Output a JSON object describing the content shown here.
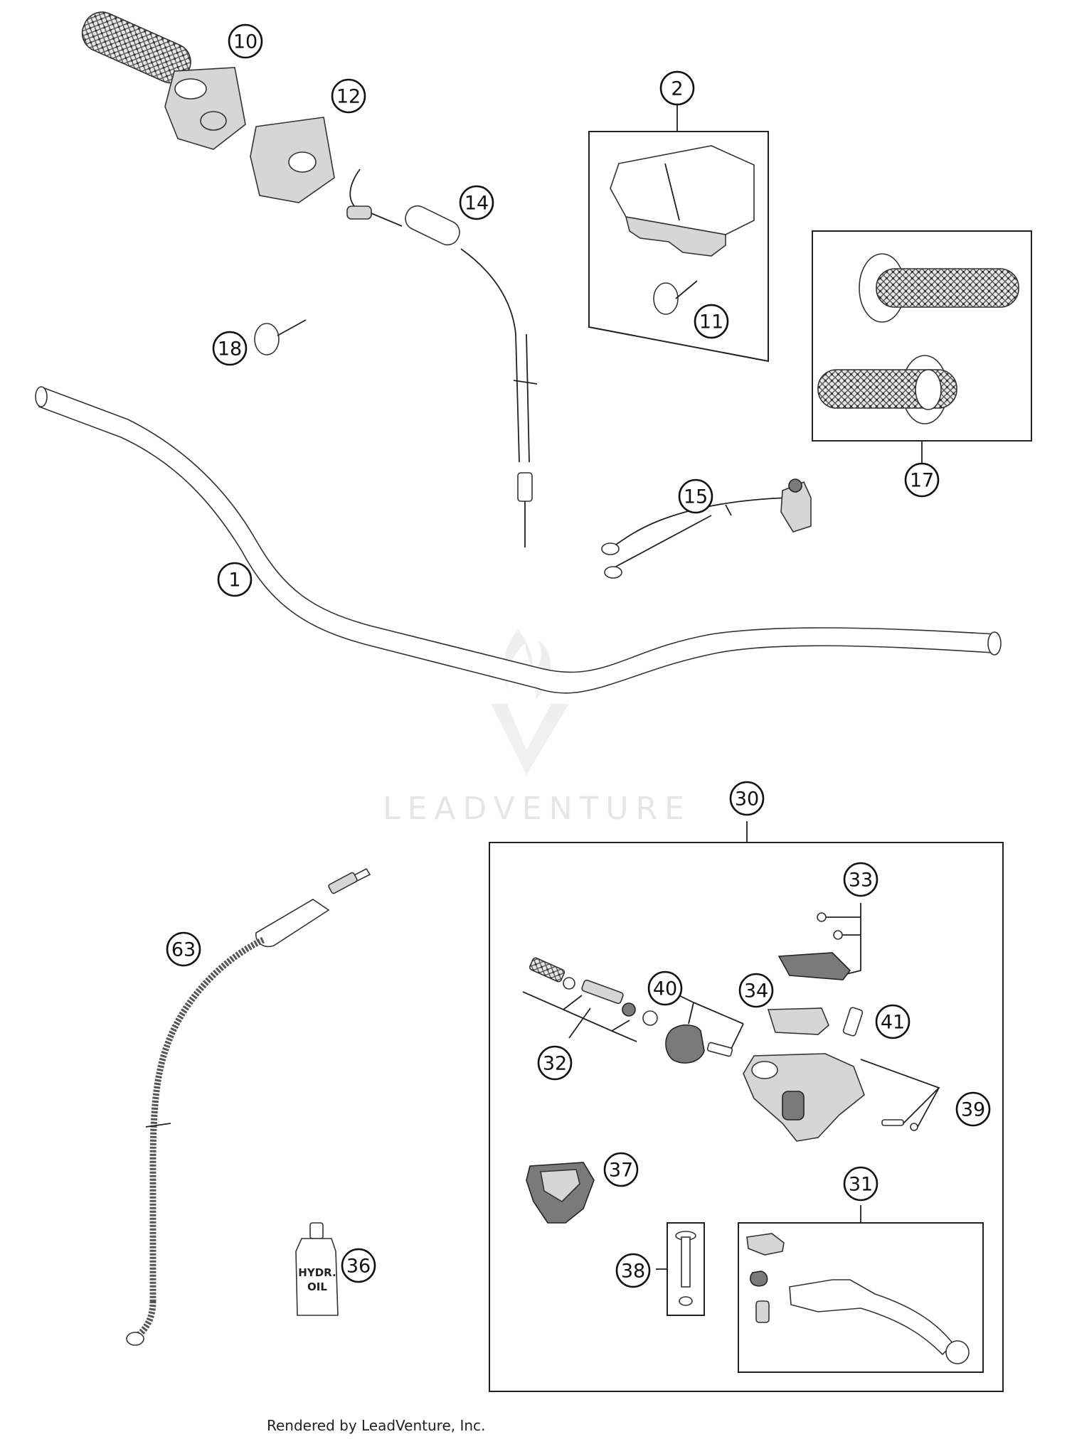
{
  "callouts": [
    {
      "id": "c1",
      "label": "1"
    },
    {
      "id": "c2",
      "label": "2"
    },
    {
      "id": "c10",
      "label": "10"
    },
    {
      "id": "c11",
      "label": "11"
    },
    {
      "id": "c12",
      "label": "12"
    },
    {
      "id": "c14",
      "label": "14"
    },
    {
      "id": "c15",
      "label": "15"
    },
    {
      "id": "c17",
      "label": "17"
    },
    {
      "id": "c18",
      "label": "18"
    },
    {
      "id": "c30",
      "label": "30"
    },
    {
      "id": "c31",
      "label": "31"
    },
    {
      "id": "c32",
      "label": "32"
    },
    {
      "id": "c33",
      "label": "33"
    },
    {
      "id": "c34",
      "label": "34"
    },
    {
      "id": "c36",
      "label": "36"
    },
    {
      "id": "c37",
      "label": "37"
    },
    {
      "id": "c38",
      "label": "38"
    },
    {
      "id": "c39",
      "label": "39"
    },
    {
      "id": "c40",
      "label": "40"
    },
    {
      "id": "c41",
      "label": "41"
    },
    {
      "id": "c63",
      "label": "63"
    }
  ],
  "bottle_label": {
    "line1": "HYDR.",
    "line2": "OIL"
  },
  "watermark": "LEADVENTURE",
  "footer": "Rendered by LeadVenture, Inc."
}
